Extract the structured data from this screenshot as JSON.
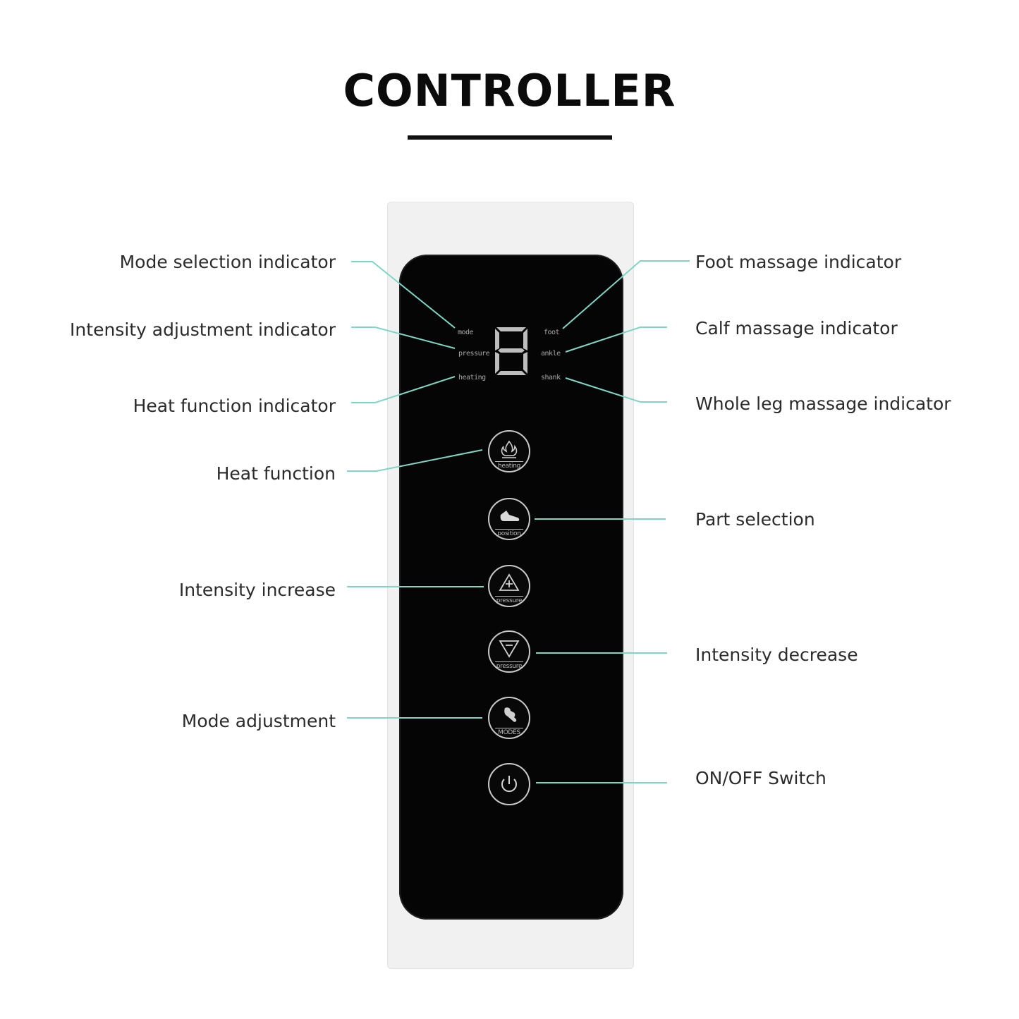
{
  "title": "CONTROLLER",
  "device": {
    "indicators_left": [
      "mode",
      "pressure",
      "heating"
    ],
    "indicators_right": [
      "foot",
      "ankle",
      "shank"
    ],
    "display_digit": "8",
    "buttons": [
      {
        "caption": "heating",
        "icon": "flame-icon"
      },
      {
        "caption": "position",
        "icon": "foot-icon"
      },
      {
        "caption": "pressure",
        "icon": "triangle-up-plus-icon"
      },
      {
        "caption": "pressure",
        "icon": "triangle-down-minus-icon"
      },
      {
        "caption": "MODES",
        "icon": "hand-icon"
      },
      {
        "caption": "",
        "icon": "power-icon"
      }
    ]
  },
  "labels": {
    "left": [
      "Mode selection indicator",
      "Intensity adjustment indicator",
      "Heat function indicator",
      "Heat function",
      "Intensity increase",
      "Mode adjustment"
    ],
    "right": [
      "Foot massage indicator",
      "Calf massage indicator",
      "Whole leg massage indicator",
      "Part selection",
      "Intensity decrease",
      "ON/OFF Switch"
    ]
  },
  "colors": {
    "leader_line": "#7fd6c4",
    "panel": "#050505",
    "body": "#f1f1f1",
    "text": "#2b2b2b"
  }
}
